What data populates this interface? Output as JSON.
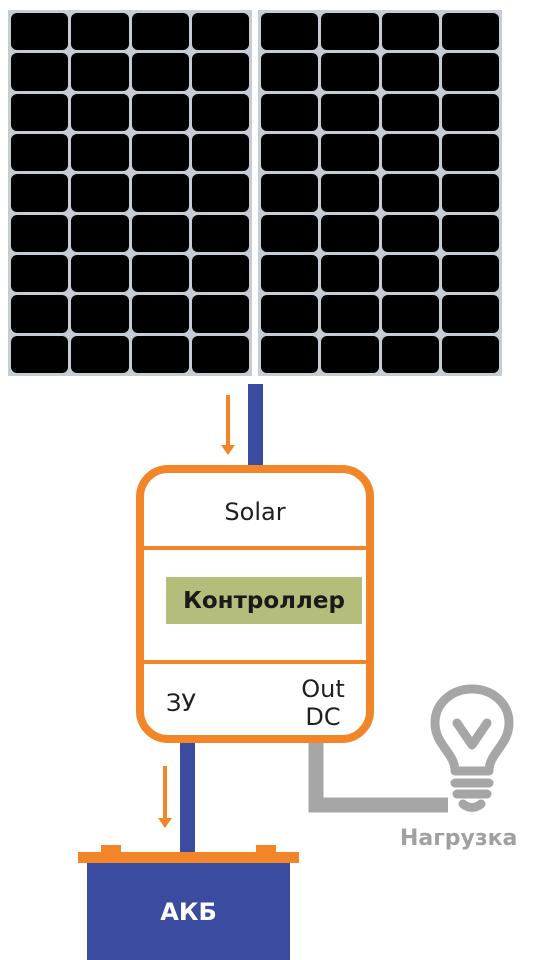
{
  "controller": {
    "top_label": "Solar",
    "title": "Контроллер",
    "left_port": "ЗУ",
    "right_port_line1": "Out",
    "right_port_line2": "DC"
  },
  "battery": {
    "label": "АКБ"
  },
  "load": {
    "label": "Нагрузка"
  },
  "colors": {
    "accent": "#f28527",
    "wire_blue": "#3b4ba0",
    "wire_gray": "#a6a6a6",
    "title_bg": "#b5bd7a",
    "panel_frame": "#c5ccd3",
    "cell": "#000000"
  }
}
